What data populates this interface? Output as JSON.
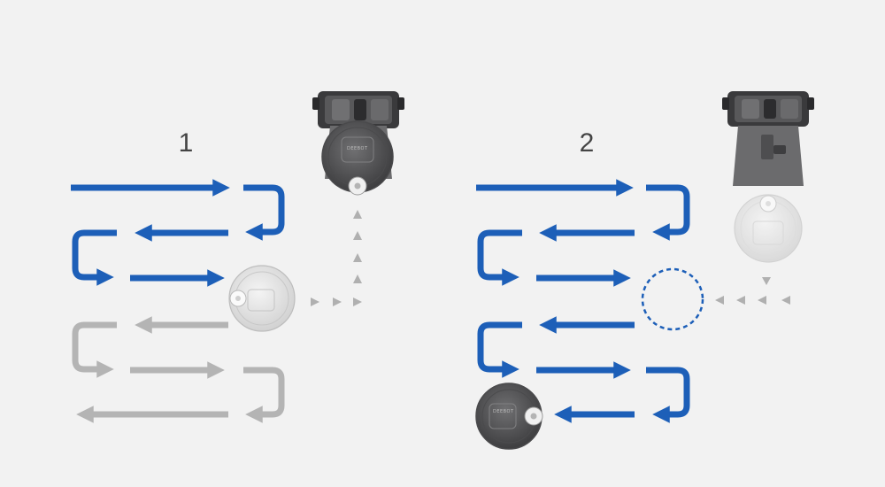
{
  "scenes": [
    {
      "step_label": "1",
      "state": "returning-to-dock"
    },
    {
      "step_label": "2",
      "state": "resuming-from-breakpoint"
    }
  ],
  "robot": {
    "brand_text": "DEEBOT"
  },
  "colors": {
    "path_active": "#1d5fb8",
    "path_pending": "#b4b4b4",
    "indicator_arrows": "#b0b0b0",
    "background": "#f2f2f2",
    "robot_dark": "#58585a",
    "robot_light": "#e6e6e6"
  },
  "icons": [
    "robot-vacuum-icon",
    "docking-station-icon",
    "dotted-arrow-icon",
    "dashed-circle-icon"
  ]
}
